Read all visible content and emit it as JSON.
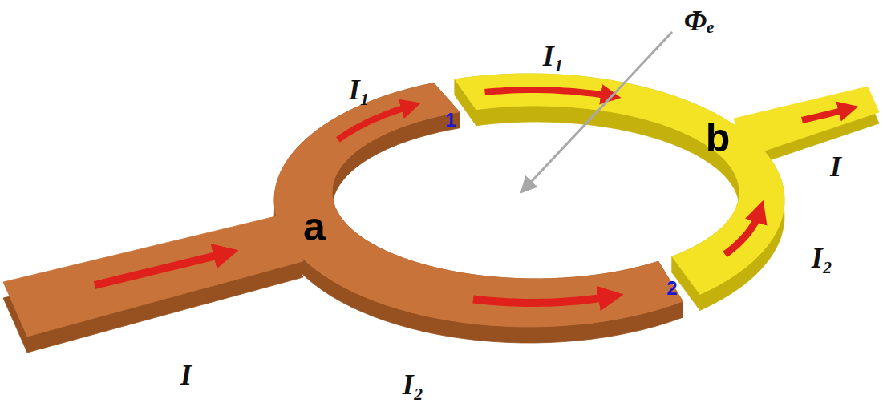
{
  "diagram": {
    "labels": [
      "Φₑ",
      "I₁",
      "I₁",
      "1",
      "b",
      "I",
      "a",
      "2",
      "I₂",
      "I₂",
      "I"
    ]
  }
}
